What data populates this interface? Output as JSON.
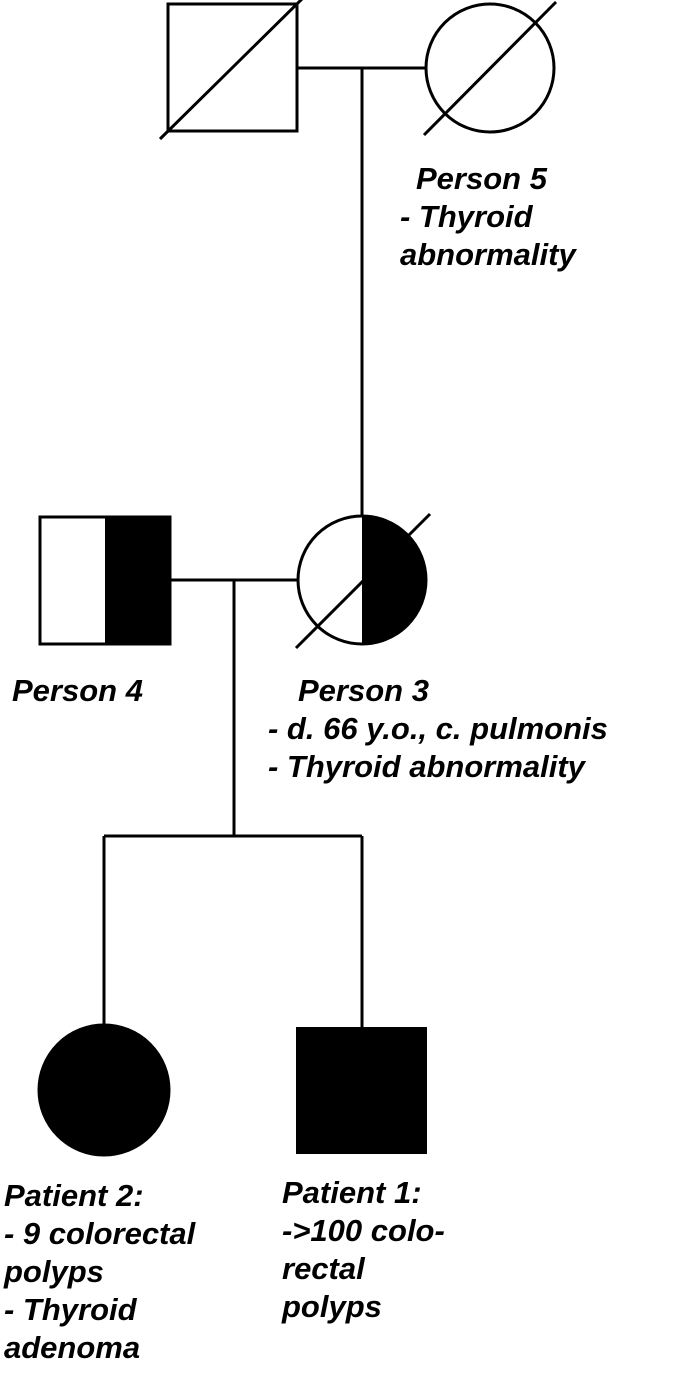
{
  "pedigree": {
    "members": [
      {
        "id": "grandfather",
        "sex": "male",
        "deceased": true,
        "affected": "none",
        "label": []
      },
      {
        "id": "person5",
        "sex": "female",
        "deceased": true,
        "affected": "none",
        "label": [
          "Person 5",
          "- Thyroid",
          "abnormality"
        ]
      },
      {
        "id": "person4",
        "sex": "male",
        "deceased": false,
        "affected": "half",
        "label": [
          "Person 4"
        ]
      },
      {
        "id": "person3",
        "sex": "female",
        "deceased": true,
        "affected": "half",
        "label": [
          "Person 3",
          "- d. 66 y.o., c. pulmonis",
          "- Thyroid abnormality"
        ]
      },
      {
        "id": "patient2",
        "sex": "female",
        "deceased": false,
        "affected": "full",
        "label": [
          "Patient 2:",
          "- 9 colorectal",
          "polyps",
          "- Thyroid",
          "adenoma"
        ]
      },
      {
        "id": "patient1",
        "sex": "male",
        "deceased": false,
        "affected": "full",
        "label": [
          "Patient 1:",
          "->100 colo-",
          "rectal",
          "polyps"
        ]
      }
    ],
    "colors": {
      "line": "#000000",
      "affected_fill": "#000000",
      "background": "#ffffff"
    }
  }
}
